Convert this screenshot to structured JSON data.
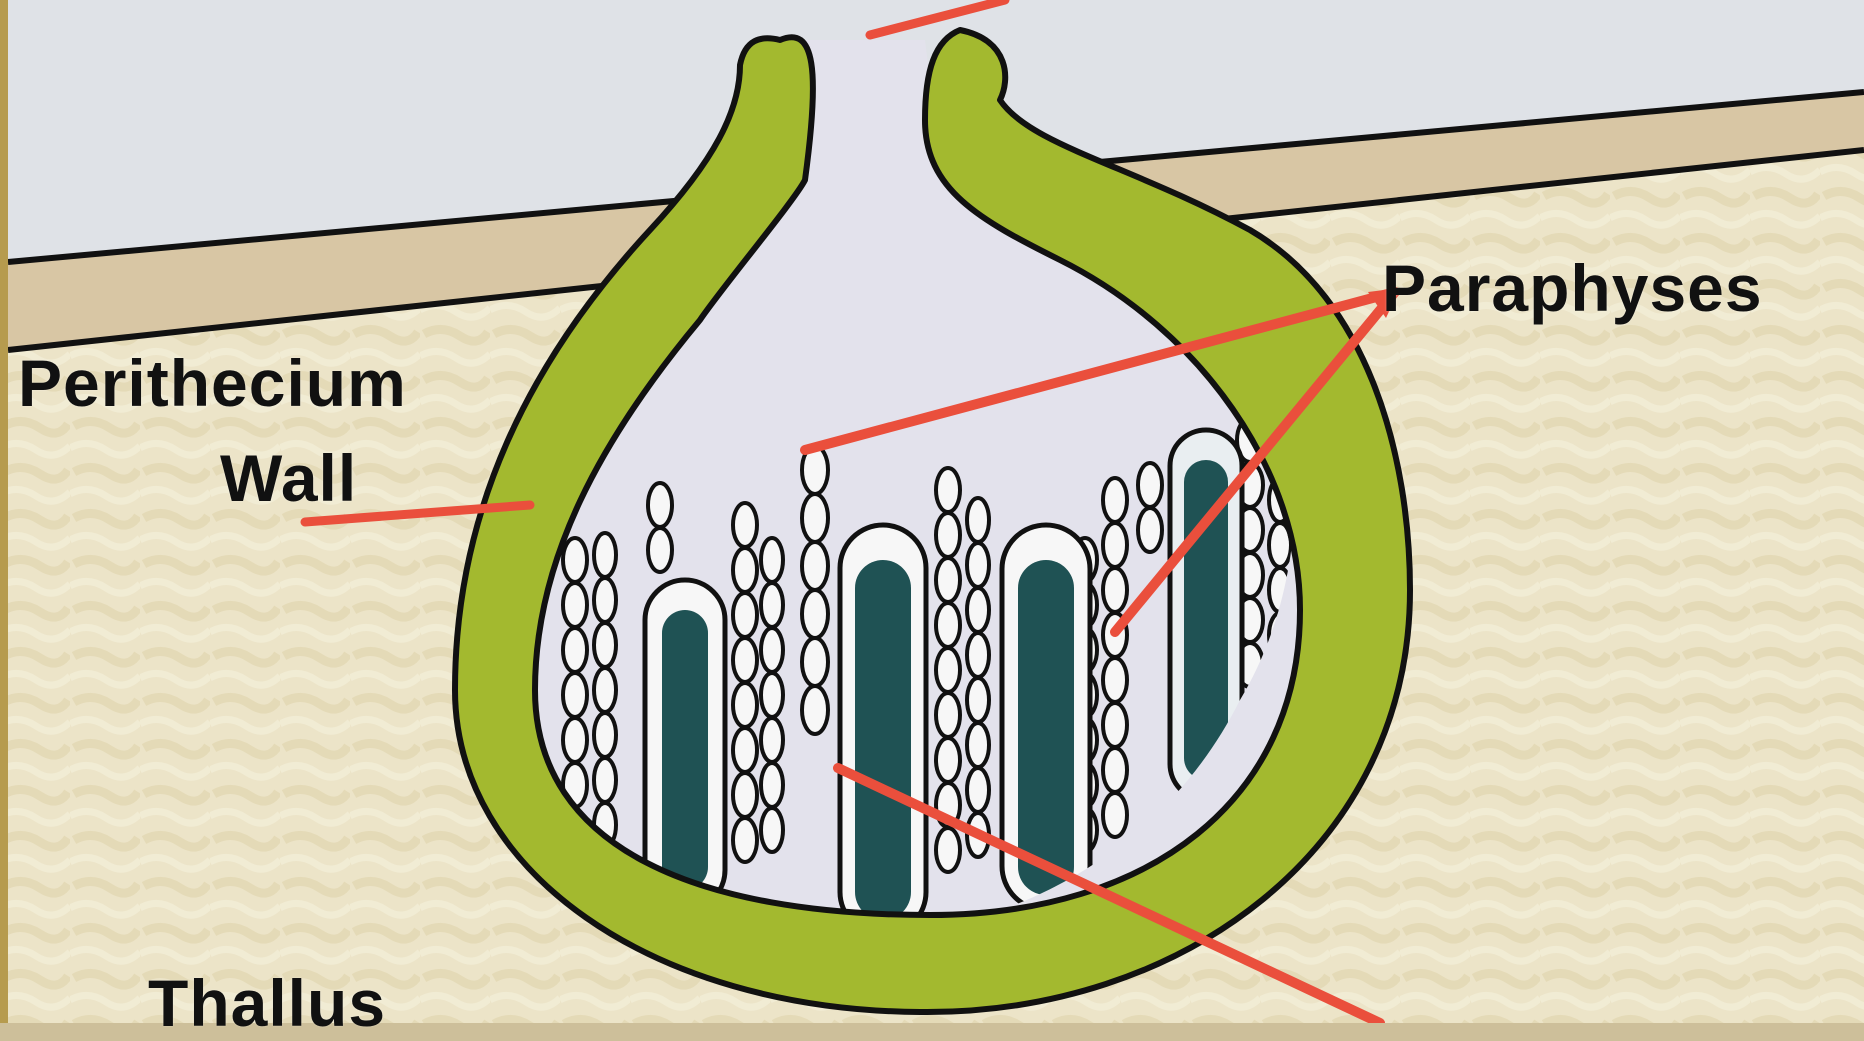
{
  "diagram": {
    "labels": {
      "perithecium_line1": "Perithecium",
      "perithecium_line2": "Wall",
      "paraphyses": "Paraphyses",
      "thallus": "Thallus"
    },
    "colors": {
      "sky": "#dfe2e7",
      "thallus": "#ece4c8",
      "surface_band": "#d8c6a4",
      "wall": "#a3b92f",
      "ascus_spores": "#1f5254",
      "arrow": "#ea4f3c",
      "outline": "#111111"
    }
  }
}
